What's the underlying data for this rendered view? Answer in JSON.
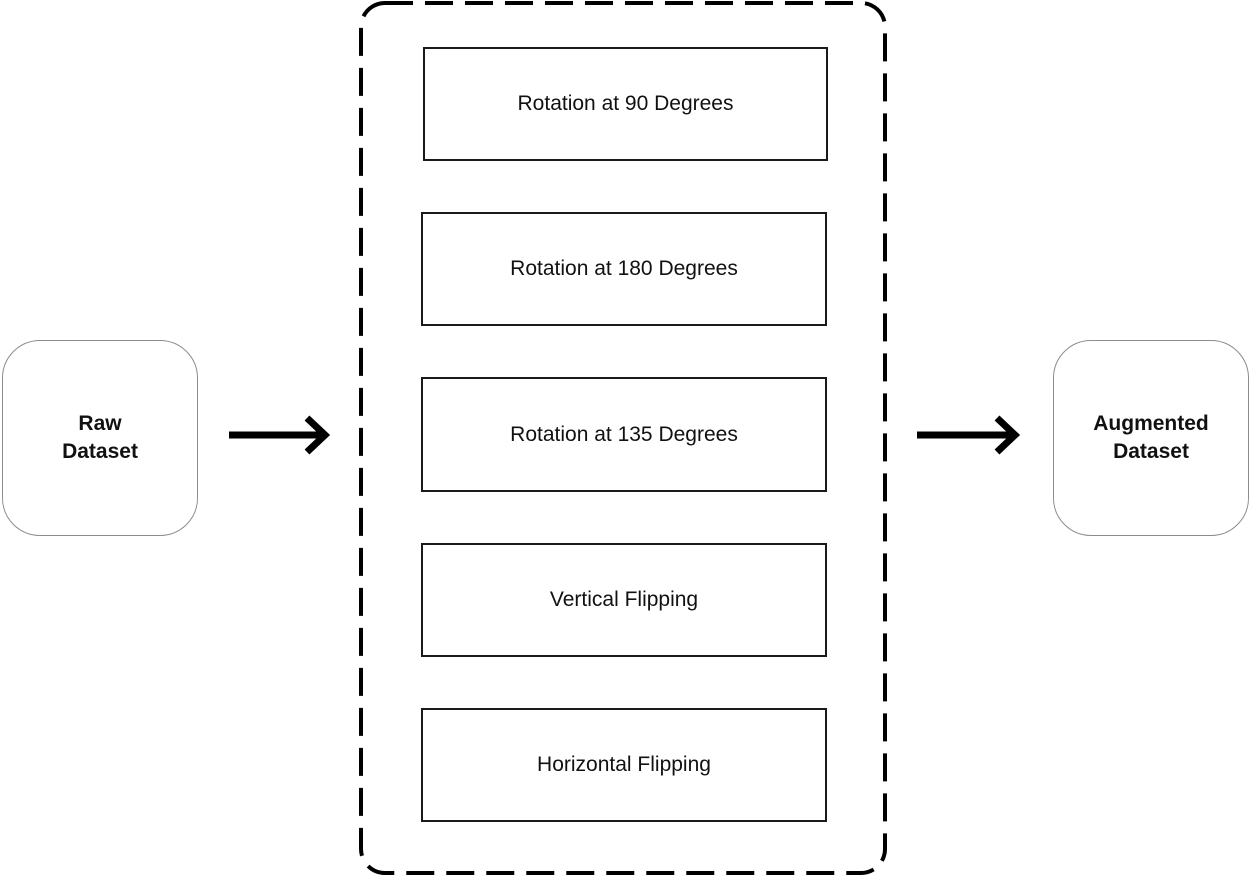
{
  "nodes": {
    "raw": {
      "line1": "Raw",
      "line2": "Dataset"
    },
    "augmented": {
      "line1": "Augmented",
      "line2": "Dataset"
    }
  },
  "steps": [
    "Rotation at 90 Degrees",
    "Rotation at 180 Degrees",
    "Rotation at 135 Degrees",
    "Vertical Flipping",
    "Horizontal Flipping"
  ],
  "colors": {
    "stroke": "#000000",
    "node_border": "#8c8c8c",
    "background": "#ffffff"
  }
}
